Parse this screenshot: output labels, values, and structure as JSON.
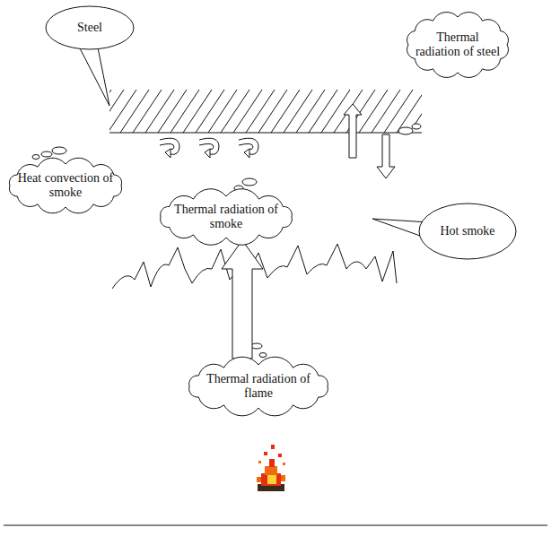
{
  "diagram": {
    "nodes": [
      {
        "text": [
          "Steel"
        ]
      },
      {
        "text": [
          "Thermal radiation of steel"
        ]
      },
      {
        "text": [
          "Heat convection of smoke"
        ]
      },
      {
        "text": [
          "Thermal radiation of smoke"
        ]
      },
      {
        "text": [
          "Hot smoke"
        ]
      },
      {
        "text": [
          "Thermal radiation of flame"
        ]
      }
    ]
  }
}
